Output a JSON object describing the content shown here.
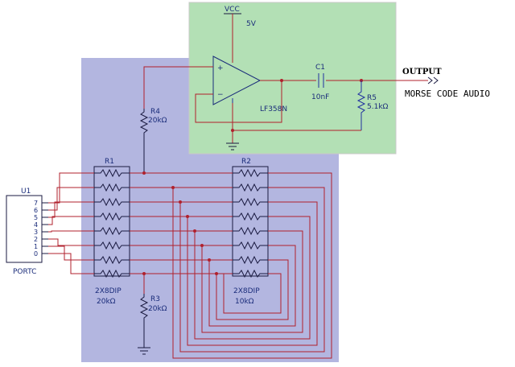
{
  "labels": {
    "vcc": "VCC",
    "vcc_voltage": "5V",
    "opamp": "LF358N",
    "c1": "C1",
    "c1_value": "10nF",
    "r5": "R5",
    "r5_value": "5.1kΩ",
    "output": "OUTPUT",
    "output_desc": "MORSE CODE AUDIO",
    "r4": "R4",
    "r4_value": "20kΩ",
    "r1": "R1",
    "r1_type": "2X8DIP",
    "r1_value": "20kΩ",
    "r2": "R2",
    "r2_type": "2X8DIP",
    "r2_value": "10kΩ",
    "r3": "R3",
    "r3_value": "20kΩ",
    "u1": "U1",
    "u1_name": "PORTC",
    "plus": "+",
    "minus": "−"
  },
  "port_pins": [
    "7",
    "6",
    "5",
    "4",
    "3",
    "2",
    "1",
    "0"
  ],
  "colors": {
    "blue_panel": "#b3b6e0",
    "green_panel": "#b3e0b5",
    "wire": "#b0202c"
  }
}
